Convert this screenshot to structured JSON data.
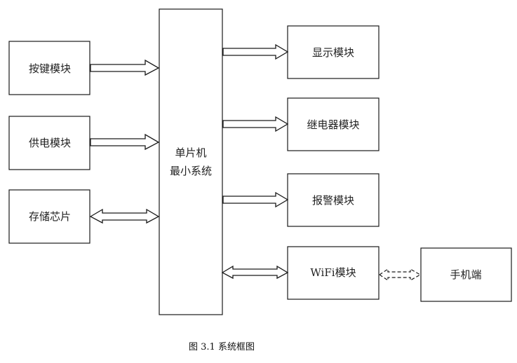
{
  "diagram": {
    "title": "系统框图",
    "caption": "图 3.1  系统框图",
    "center": {
      "line1": "单片机",
      "line2": "最小系统"
    },
    "left_modules": [
      {
        "label": "按键模块",
        "connection": "input"
      },
      {
        "label": "供电模块",
        "connection": "input"
      },
      {
        "label": "存储芯片",
        "connection": "bidirectional"
      }
    ],
    "right_modules": [
      {
        "label": "显示模块",
        "connection": "output"
      },
      {
        "label": "继电器模块",
        "connection": "output"
      },
      {
        "label": "报警模块",
        "connection": "output"
      },
      {
        "label": "WiFi模块",
        "connection": "bidirectional"
      }
    ],
    "external": {
      "label": "手机端",
      "connection": "wireless-bidirectional",
      "linked_to": "WiFi模块"
    }
  }
}
